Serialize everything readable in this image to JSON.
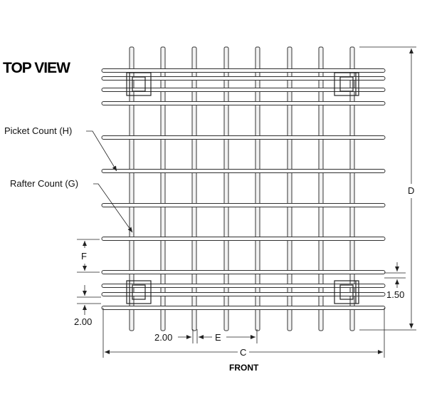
{
  "title": "TOP VIEW",
  "callouts": {
    "picket_count": "Picket Count (H)",
    "rafter_count": "Rafter Count (G)"
  },
  "dimensions": {
    "d": "D",
    "f": "F",
    "two_left": "2.00",
    "two_bottom": "2.00",
    "e": "E",
    "c": "C",
    "one_fifty": "1.50"
  },
  "front_label": "FRONT"
}
